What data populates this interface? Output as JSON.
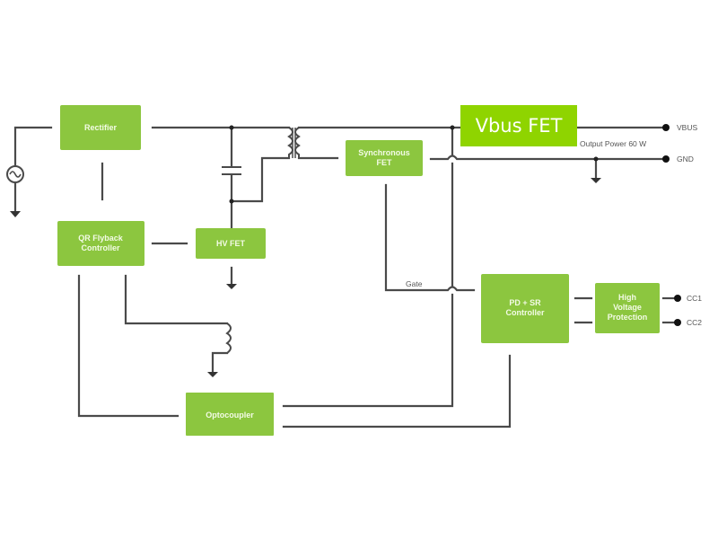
{
  "diagram": {
    "blocks": {
      "rectifier": [
        "Rectifier"
      ],
      "qr_flyback": [
        "QR Flyback",
        "Controller"
      ],
      "hv_fet": [
        "HV FET"
      ],
      "sync_fet": [
        "Synchronous",
        "FET"
      ],
      "pd_controller": [
        "PD + SR",
        "Controller"
      ],
      "hv_protection": [
        "High",
        "Voltage",
        "Protection"
      ],
      "optocoupler": [
        "Optocoupler"
      ]
    },
    "labels": {
      "vbus": "VBUS",
      "gnd": "GND",
      "output_power": "Output Power 60 W",
      "gate": "Gate",
      "cc1": "CC1",
      "cc2": "CC2"
    },
    "overlay": {
      "vbus_fet": "Vbus FET"
    },
    "colors": {
      "block_fill": "#8cc63f",
      "overlay_fill": "#8fd400",
      "wire": "#4a4a4a"
    }
  }
}
